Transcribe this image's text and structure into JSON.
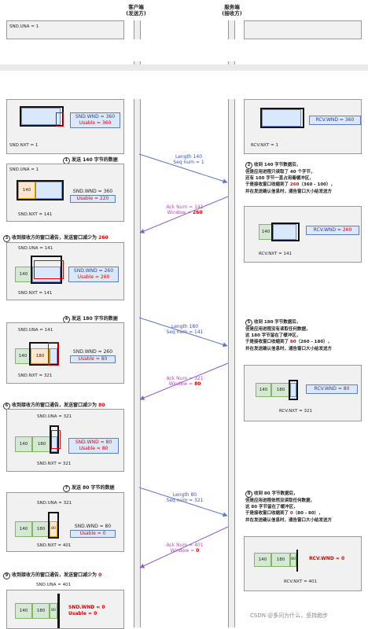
{
  "headers": {
    "client": "客户端\n(发送方)",
    "server": "服务端\n(接收方)"
  },
  "top": {
    "snd_una": "SND.UNA = 1",
    "snd_nxt": "SND.NXT = 1",
    "snd_wnd": "SND.WND = 360",
    "usable": "Usable = 360",
    "rcv_wnd": "RCV.WND = 360",
    "rcv_nxt": "RCV.NXT = 1"
  },
  "s1": {
    "num": "1",
    "title": "发送 140 字节的数据",
    "snd_una": "SND.UNA = 1",
    "snd_nxt": "SND.NXT = 141",
    "seg": "140",
    "snd_wnd": "SND.WND = 360",
    "usable": "Usable = 220",
    "msg1": "Length 140",
    "msg2": "Seq num = 1"
  },
  "s2": {
    "num": "2",
    "lines": [
      "收到 140 字节数据后，",
      "但是应用进程只读取了 40 个字节，",
      "还有 100 字节一直占用着缓冲区，",
      "于是接收窗口收缩到了 ",
      "260",
      "（360 - 100），",
      "并在发送确认信息时，通告窗口大小给发送方"
    ],
    "seg": "140",
    "rcv_wnd_label": "RCV.WND = ",
    "rcv_wnd_val": "260",
    "rcv_nxt": "RCV.NXT = 141",
    "ack1": "Ack Num = 141",
    "ack2": "Window = ",
    "ack2v": "260"
  },
  "s3": {
    "num": "3",
    "title": "收到接收方的窗口通告，发送窗口减少为 ",
    "titlev": "260",
    "snd_una": "SND.UNA = 141",
    "snd_nxt": "SND.NXT = 141",
    "seg": "140",
    "snd_wnd": "SND.WND = 260",
    "usable": "Usable = 260"
  },
  "s4": {
    "num": "4",
    "title": "发送 180 字节的数据",
    "snd_una": "SND.UNA = 141",
    "snd_nxt": "SND.NXT = 321",
    "seg1": "140",
    "seg2": "180",
    "snd_wnd": "SND.WND = 260",
    "usable": "Usable = 80",
    "msg1": "Length 180",
    "msg2": "Seq num = 141"
  },
  "s5": {
    "num": "5",
    "lines": [
      "收到 180 字节数据后，",
      "但是应用进程没有读取任何数据，",
      "这 180 字节留在了缓冲区，",
      "于是接收窗口收缩到了 ",
      "80",
      "（260 - 180），",
      "并在发送确认信息时，通告窗口大小给发送方"
    ],
    "seg1": "140",
    "seg2": "180",
    "rcv_wnd_label": "RCV.WND = ",
    "rcv_wnd_val": "80",
    "rcv_nxt": "RCV.NXT = 321",
    "ack1": "Ack Num = 321",
    "ack2": "Window = ",
    "ack2v": "80"
  },
  "s6": {
    "num": "6",
    "title": "收到接收方的窗口通告，发送窗口减少为 ",
    "titlev": "80",
    "snd_una": "SND.UNA = 321",
    "snd_nxt": "SND.NXT = 321",
    "seg1": "140",
    "seg2": "180",
    "snd_wnd": "SND.WND = 80",
    "usable": "Usable = 80"
  },
  "s7": {
    "num": "7",
    "title": "发送 80 字节的数据",
    "snd_una": "SND.UNA = 321",
    "snd_nxt": "SND.NXT = 401",
    "seg1": "140",
    "seg2": "180",
    "seg3": "80",
    "snd_wnd": "SND.WND = 80",
    "usable": "Usable = 0",
    "msg1": "Length 80",
    "msg2": "Seq num = 321"
  },
  "s8": {
    "num": "8",
    "lines": [
      "收到 80 字节数据后，",
      "但是应用进程依然没读取任何数据，",
      "这 80 字节留在了缓冲区，",
      "于是接收窗口收缩到了 ",
      "0",
      "（80 - 80），",
      "并在发送确认信息时，通告窗口大小给发送方"
    ],
    "seg1": "140",
    "seg2": "180",
    "seg3": "80",
    "rcv_wnd": "RCV.WND = 0",
    "rcv_nxt": "RCV.NXT = 401",
    "ack1": "Ack Num = 401",
    "ack2": "Window = ",
    "ack2v": "0"
  },
  "s9": {
    "num": "9",
    "title": "收到接收方的窗口通告，发送窗口减少为 ",
    "titlev": "0",
    "snd_una": "SND.UNA = 401",
    "seg1": "140",
    "seg2": "180",
    "seg3": "80",
    "snd_wnd": "SND.WND = 0",
    "usable": "Usable = 0"
  },
  "watermark": "CSDN @多问为什么，坚持跑步"
}
